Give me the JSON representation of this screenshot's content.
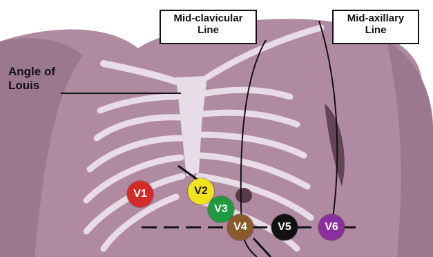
{
  "labels": {
    "mid_clavicular": [
      "Mid-clavicular",
      "Line"
    ],
    "mid_axillary": [
      "Mid-axillary",
      "Line"
    ],
    "angle_of_louis": [
      "Angle of",
      "Louis"
    ]
  },
  "electrodes": [
    {
      "id": "v1",
      "label": "V1",
      "color": "#d42a2a",
      "text_color": "#ffffff"
    },
    {
      "id": "v2",
      "label": "V2",
      "color": "#f2e21a",
      "text_color": "#111111"
    },
    {
      "id": "v3",
      "label": "V3",
      "color": "#1f9a3e",
      "text_color": "#ffffff"
    },
    {
      "id": "v4",
      "label": "V4",
      "color": "#8a5a2b",
      "text_color": "#ffffff"
    },
    {
      "id": "v5",
      "label": "V5",
      "color": "#111111",
      "text_color": "#ffffff"
    },
    {
      "id": "v6",
      "label": "V6",
      "color": "#8a2f9c",
      "text_color": "#ffffff"
    }
  ],
  "colors": {
    "skin": "#b08aa0",
    "skin_dark": "#8f6a82",
    "ribs": "#e8dce6",
    "line": "#111111"
  }
}
